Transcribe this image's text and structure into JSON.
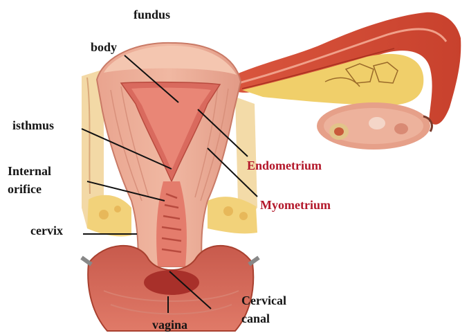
{
  "labels": {
    "fundus": "fundus",
    "body": "body",
    "isthmus": "isthmus",
    "internal_orifice_line1": "Internal",
    "internal_orifice_line2": "orifice",
    "cervix": "cervix",
    "vagina": "vagina",
    "endometrium": "Endometrium",
    "myometrium": "Myometrium",
    "cervical_canal_line1": "Cervical",
    "cervical_canal_line2": "canal"
  },
  "colors": {
    "label_text": "#141414",
    "highlight_label": "#b3172a",
    "leader_line": "#111111",
    "tissue": "#e48b78",
    "tissue_dark": "#c9503f",
    "cavity": "#d96a5e",
    "fat": "#f1d27a",
    "background": "#ffffff"
  }
}
